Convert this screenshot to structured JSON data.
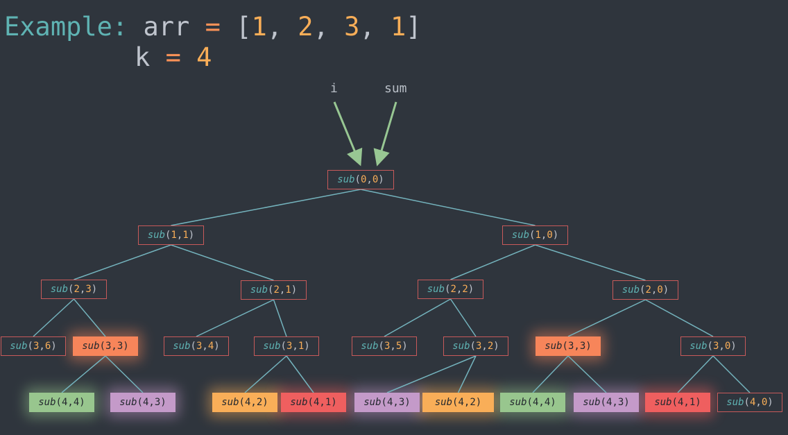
{
  "example": {
    "label": "Example:",
    "arr_name": "arr",
    "equals": "=",
    "open_bracket": "[",
    "values": [
      "1",
      "2",
      "3",
      "1"
    ],
    "close_bracket": "]",
    "k_name": "k",
    "k_equals": "=",
    "k_value": "4"
  },
  "params": {
    "i": "i",
    "sum": "sum"
  },
  "colors": {
    "edge": "#74b3bd",
    "arrow": "#98c793",
    "orange": "#f7855a",
    "green": "#98c68e",
    "purple": "#c49ac9",
    "amber": "#f9ae58",
    "red": "#ef5f5f"
  },
  "nodes": [
    {
      "id": "n00",
      "fn": "sub",
      "a": "0",
      "b": "0",
      "style": "plain"
    },
    {
      "id": "n11",
      "fn": "sub",
      "a": "1",
      "b": "1",
      "style": "plain"
    },
    {
      "id": "n10",
      "fn": "sub",
      "a": "1",
      "b": "0",
      "style": "plain"
    },
    {
      "id": "n23",
      "fn": "sub",
      "a": "2",
      "b": "3",
      "style": "plain"
    },
    {
      "id": "n21",
      "fn": "sub",
      "a": "2",
      "b": "1",
      "style": "plain"
    },
    {
      "id": "n22",
      "fn": "sub",
      "a": "2",
      "b": "2",
      "style": "plain"
    },
    {
      "id": "n20",
      "fn": "sub",
      "a": "2",
      "b": "0",
      "style": "plain"
    },
    {
      "id": "n36",
      "fn": "sub",
      "a": "3",
      "b": "6",
      "style": "plain"
    },
    {
      "id": "n33a",
      "fn": "sub",
      "a": "3",
      "b": "3",
      "style": "orange"
    },
    {
      "id": "n34",
      "fn": "sub",
      "a": "3",
      "b": "4",
      "style": "plain"
    },
    {
      "id": "n31",
      "fn": "sub",
      "a": "3",
      "b": "1",
      "style": "plain"
    },
    {
      "id": "n35",
      "fn": "sub",
      "a": "3",
      "b": "5",
      "style": "plain"
    },
    {
      "id": "n32",
      "fn": "sub",
      "a": "3",
      "b": "2",
      "style": "plain"
    },
    {
      "id": "n33b",
      "fn": "sub",
      "a": "3",
      "b": "3",
      "style": "orange"
    },
    {
      "id": "n30",
      "fn": "sub",
      "a": "3",
      "b": "0",
      "style": "plain"
    },
    {
      "id": "n44a",
      "fn": "sub",
      "a": "4",
      "b": "4",
      "style": "green"
    },
    {
      "id": "n43a",
      "fn": "sub",
      "a": "4",
      "b": "3",
      "style": "purple"
    },
    {
      "id": "n42a",
      "fn": "sub",
      "a": "4",
      "b": "2",
      "style": "amber"
    },
    {
      "id": "n41a",
      "fn": "sub",
      "a": "4",
      "b": "1",
      "style": "red"
    },
    {
      "id": "n43b",
      "fn": "sub",
      "a": "4",
      "b": "3",
      "style": "purple"
    },
    {
      "id": "n42b",
      "fn": "sub",
      "a": "4",
      "b": "2",
      "style": "amber"
    },
    {
      "id": "n44b",
      "fn": "sub",
      "a": "4",
      "b": "4",
      "style": "green"
    },
    {
      "id": "n43c",
      "fn": "sub",
      "a": "4",
      "b": "3",
      "style": "purple"
    },
    {
      "id": "n41b",
      "fn": "sub",
      "a": "4",
      "b": "1",
      "style": "red"
    },
    {
      "id": "n40",
      "fn": "sub",
      "a": "4",
      "b": "0",
      "style": "plain"
    }
  ],
  "edges": [
    [
      "n00",
      "n11"
    ],
    [
      "n00",
      "n10"
    ],
    [
      "n11",
      "n23"
    ],
    [
      "n11",
      "n21"
    ],
    [
      "n10",
      "n22"
    ],
    [
      "n10",
      "n20"
    ],
    [
      "n23",
      "n36"
    ],
    [
      "n23",
      "n33a"
    ],
    [
      "n21",
      "n34"
    ],
    [
      "n21",
      "n31"
    ],
    [
      "n22",
      "n35"
    ],
    [
      "n22",
      "n32"
    ],
    [
      "n20",
      "n33b"
    ],
    [
      "n20",
      "n30"
    ],
    [
      "n33a",
      "n44a"
    ],
    [
      "n33a",
      "n43a"
    ],
    [
      "n31",
      "n42a"
    ],
    [
      "n31",
      "n41a"
    ],
    [
      "n32",
      "n43b"
    ],
    [
      "n32",
      "n42b"
    ],
    [
      "n33b",
      "n44b"
    ],
    [
      "n33b",
      "n43c"
    ],
    [
      "n30",
      "n41b"
    ],
    [
      "n30",
      "n40"
    ]
  ]
}
